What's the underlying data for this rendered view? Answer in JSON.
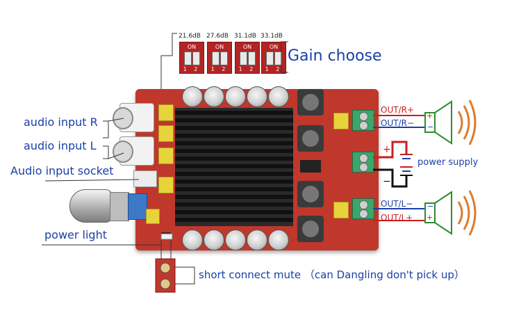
{
  "gain_label": "Gain choose",
  "gain_settings": [
    {
      "db": "21.6dB",
      "on": "ON",
      "switch_numbers": "1 2"
    },
    {
      "db": "27.6dB",
      "on": "ON",
      "switch_numbers": "1 2"
    },
    {
      "db": "31.1dB",
      "on": "ON",
      "switch_numbers": "1 2"
    },
    {
      "db": "33.1dB",
      "on": "ON",
      "switch_numbers": "1 2"
    }
  ],
  "left_labels": {
    "audio_input_r": "audio input R",
    "audio_input_l": "audio input L",
    "audio_input_socket": "Audio input socket",
    "power_light": "power light"
  },
  "right_labels": {
    "out_r_plus": "OUT/R+",
    "out_r_minus": "OUT/R−",
    "power_supply": "power supply",
    "plus": "+",
    "minus": "−",
    "out_l_minus": "OUT/L−",
    "out_l_plus": "OUT/L+",
    "speaker_plus": "+",
    "speaker_minus": "−"
  },
  "mute_label": "short connect mute （can Dangling don't pick up）",
  "colors": {
    "board": "#c0372c",
    "label_blue": "#1a3fa8",
    "label_red": "#c81e1e",
    "speaker_green": "#2e8b2e",
    "sound_wave": "#e07a2b",
    "heatsink": "#111111"
  }
}
